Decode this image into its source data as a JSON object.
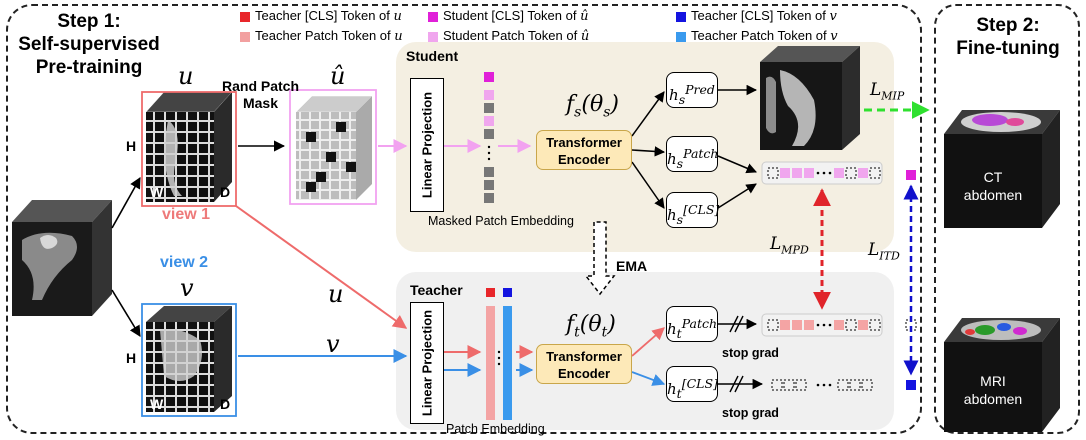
{
  "step1": {
    "line1": "Step 1:",
    "line2": "Self-supervised",
    "line3": "Pre-training"
  },
  "step2": {
    "line1": "Step 2:",
    "line2": "Fine-tuning"
  },
  "legend": [
    {
      "label": "Teacher [CLS] Token of",
      "var": "u",
      "color": "#e8262a"
    },
    {
      "label": "Teacher Patch Token of",
      "var": "u",
      "color": "#f2a0a0"
    },
    {
      "label": "Student [CLS] Token of",
      "var": "û",
      "color": "#e020d8"
    },
    {
      "label": "Student Patch Token of",
      "var": "û",
      "color": "#f0a6ee"
    },
    {
      "label": "Teacher [CLS] Token of",
      "var": "v",
      "color": "#1414e0"
    },
    {
      "label": "Teacher Patch Token of",
      "var": "v",
      "color": "#3a9aee"
    }
  ],
  "views": {
    "u": "u",
    "u_hat": "û",
    "v": "v",
    "view1": "view 1",
    "view2": "view 2",
    "H": "H",
    "W": "W",
    "D": "D"
  },
  "mask_label": {
    "line1": "Rand Patch",
    "line2": "Mask"
  },
  "student": {
    "title": "Student",
    "lp": "Linear Projection",
    "encoder_line1": "Transformer",
    "encoder_line2": "Encoder",
    "f": "f",
    "f_sub": "s",
    "theta": "θ",
    "theta_sub": "s",
    "embed": "Masked Patch Embedding",
    "heads": [
      {
        "sub": "s",
        "sup": "Pred"
      },
      {
        "sub": "s",
        "sup": "Patch"
      },
      {
        "sub": "s",
        "sup": "[CLS]"
      }
    ]
  },
  "teacher": {
    "title": "Teacher",
    "lp": "Linear Projection",
    "encoder_line1": "Transformer",
    "encoder_line2": "Encoder",
    "f": "f",
    "f_sub": "t",
    "theta": "θ",
    "theta_sub": "t",
    "embed": "Patch Embedding",
    "heads": [
      {
        "sub": "t",
        "sup": "Patch"
      },
      {
        "sub": "t",
        "sup": "[CLS]"
      }
    ],
    "stop_grad": "stop grad"
  },
  "ema": "EMA",
  "losses": {
    "mip": "MIP",
    "mpd": "MPD",
    "itd": "ITD",
    "L": "L"
  },
  "finetune": {
    "ct_line1": "CT",
    "ct_line2": "abdomen",
    "mri_line1": "MRI",
    "mri_line2": "abdomen"
  },
  "colors": {
    "red": "#ee6b6b",
    "blue": "#3a8fe6",
    "pink": "#f2a2f0",
    "green": "#2fe02f",
    "dkred": "#e0242a",
    "dkblue": "#1010cc"
  }
}
